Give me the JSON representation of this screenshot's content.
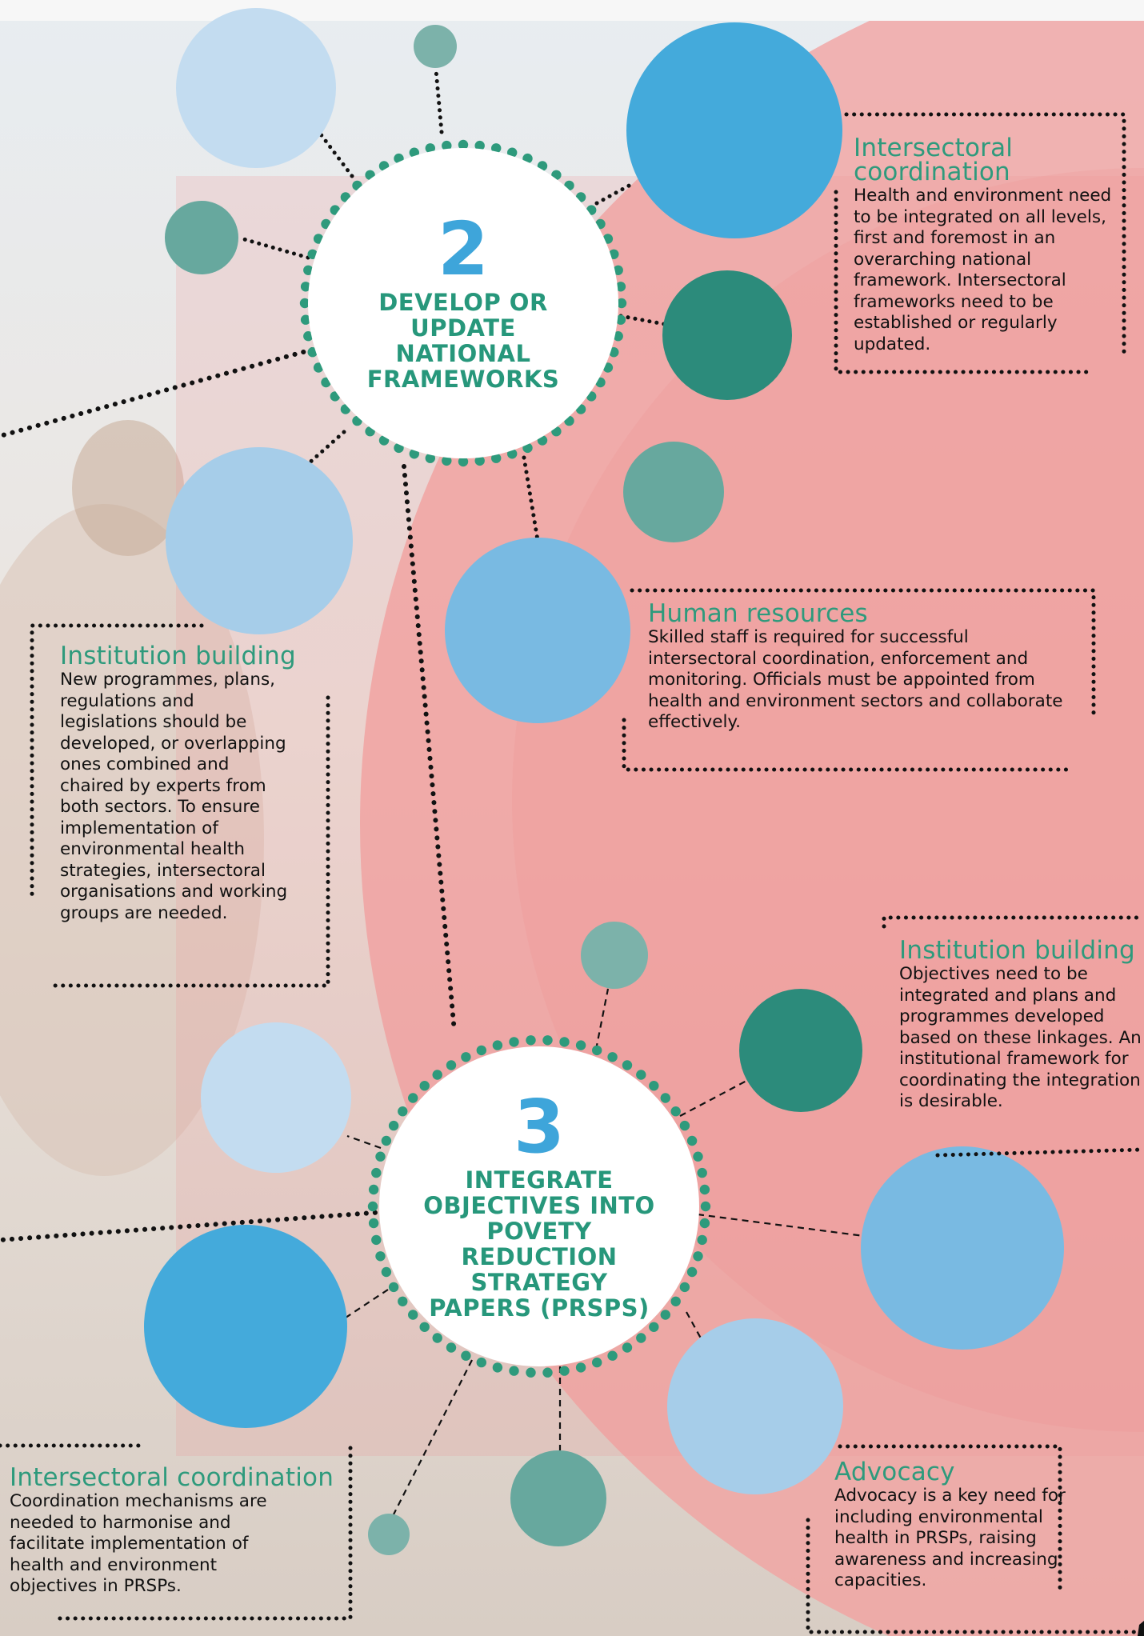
{
  "colors": {
    "hub_text": "#27977b",
    "hub_number": "#3ea5da",
    "heading": "#2e9a7c",
    "body_text": "#111111",
    "hub_ring_dot": "#2e9a7c",
    "bubble_light": "#c3dcf0",
    "bubble_mid": "#a6cde9",
    "bubble_sky": "#79bae2",
    "bubble_blue": "#44aadb",
    "bubble_teal_dark": "#2c8b7b",
    "bubble_teal": "#67a89e",
    "bubble_teal_light": "#7cb2aa",
    "backdrop_pink": "#f2a2a0"
  },
  "step2": {
    "number": "2",
    "title": "DEVELOP OR UPDATE NATIONAL FRAMEWORKS"
  },
  "step3": {
    "number": "3",
    "title": "INTEGRATE OBJECTIVES INTO POVETY REDUCTION STRATEGY PAPERS (PRSPS)"
  },
  "boxes": {
    "intersectoral_2": {
      "heading": "Intersectoral coordination",
      "body": "Health and environment need to be integrated on all levels, first and foremost in an overarching national framework. Intersectoral frameworks need to be established or regularly updated."
    },
    "human_resources": {
      "heading": "Human resources",
      "body": "Skilled staff is required for successful intersectoral coordination, enforcement and monitoring. Officials must be appointed from health and environment sectors and collaborate effectively."
    },
    "institution_2": {
      "heading": "Institution building",
      "body": "New programmes, plans, regulations and legislations should be developed, or overlapping ones combined and chaired by experts from both sectors. To ensure implementation of environmental health strategies, intersectoral organisations and working groups are needed."
    },
    "institution_3": {
      "heading": "Institution building",
      "body": "Objectives need to be integrated and plans and programmes developed based on these linkages. An institutional framework for coordinating the integration is desirable."
    },
    "intersectoral_3": {
      "heading": "Intersectoral coordination",
      "body": "Coordination mechanisms are needed to harmonise and facilitate implementation of health and environment objectives in PRSPs."
    },
    "advocacy": {
      "heading": "Advocacy",
      "body": "Advocacy is a key need for including environmental health in PRSPs, raising awareness and increasing capacities."
    }
  }
}
